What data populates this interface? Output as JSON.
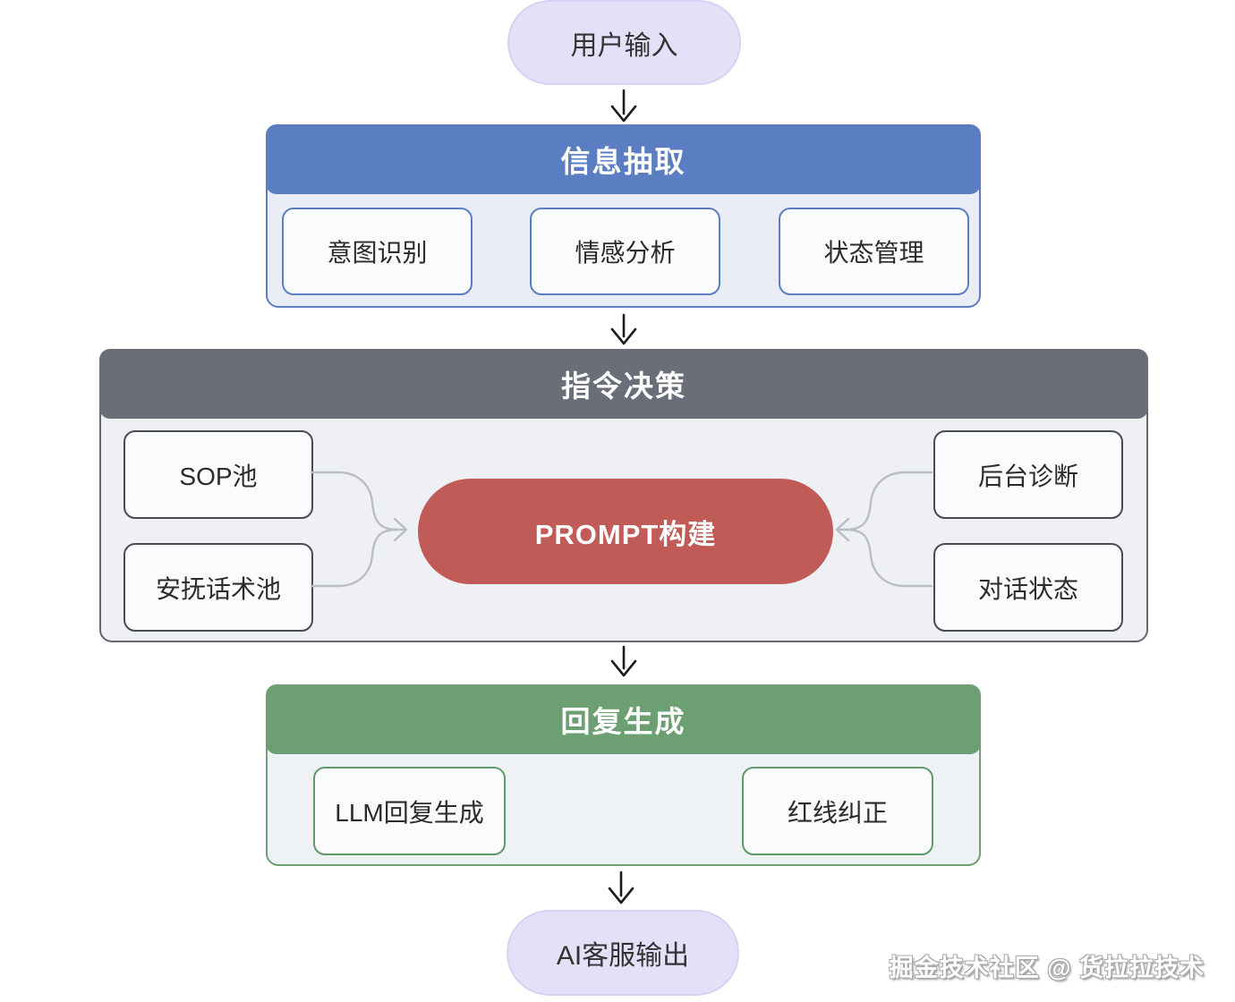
{
  "watermark": {
    "text": "掘金技术社区 @ 货拉拉技术"
  },
  "flow": {
    "input_node": {
      "label": "用户输入",
      "fill": "#e5e0f8"
    },
    "output_node": {
      "label": "AI客服输出",
      "fill": "#e5e0f8"
    },
    "sections": {
      "info_extraction": {
        "title": "信息抽取",
        "accent": "#5b7ec2",
        "body_fill": "#eaedf6",
        "items": [
          "意图识别",
          "情感分析",
          "状态管理"
        ]
      },
      "instruction_decision": {
        "title": "指令决策",
        "accent": "#6a6e79",
        "body_fill": "#eef0f4",
        "left_items": [
          "SOP池",
          "安抚话术池"
        ],
        "center_node": {
          "label": "PROMPT构建",
          "fill": "#c05b57"
        },
        "right_items": [
          "后台诊断",
          "对话状态"
        ]
      },
      "reply_generation": {
        "title": "回复生成",
        "accent": "#6ca073",
        "body_fill": "#eff2f5",
        "items": [
          "LLM回复生成",
          "红线纠正"
        ]
      }
    },
    "connector_color": "#b9bdc6",
    "arrow_color": "#1c1c1c"
  }
}
